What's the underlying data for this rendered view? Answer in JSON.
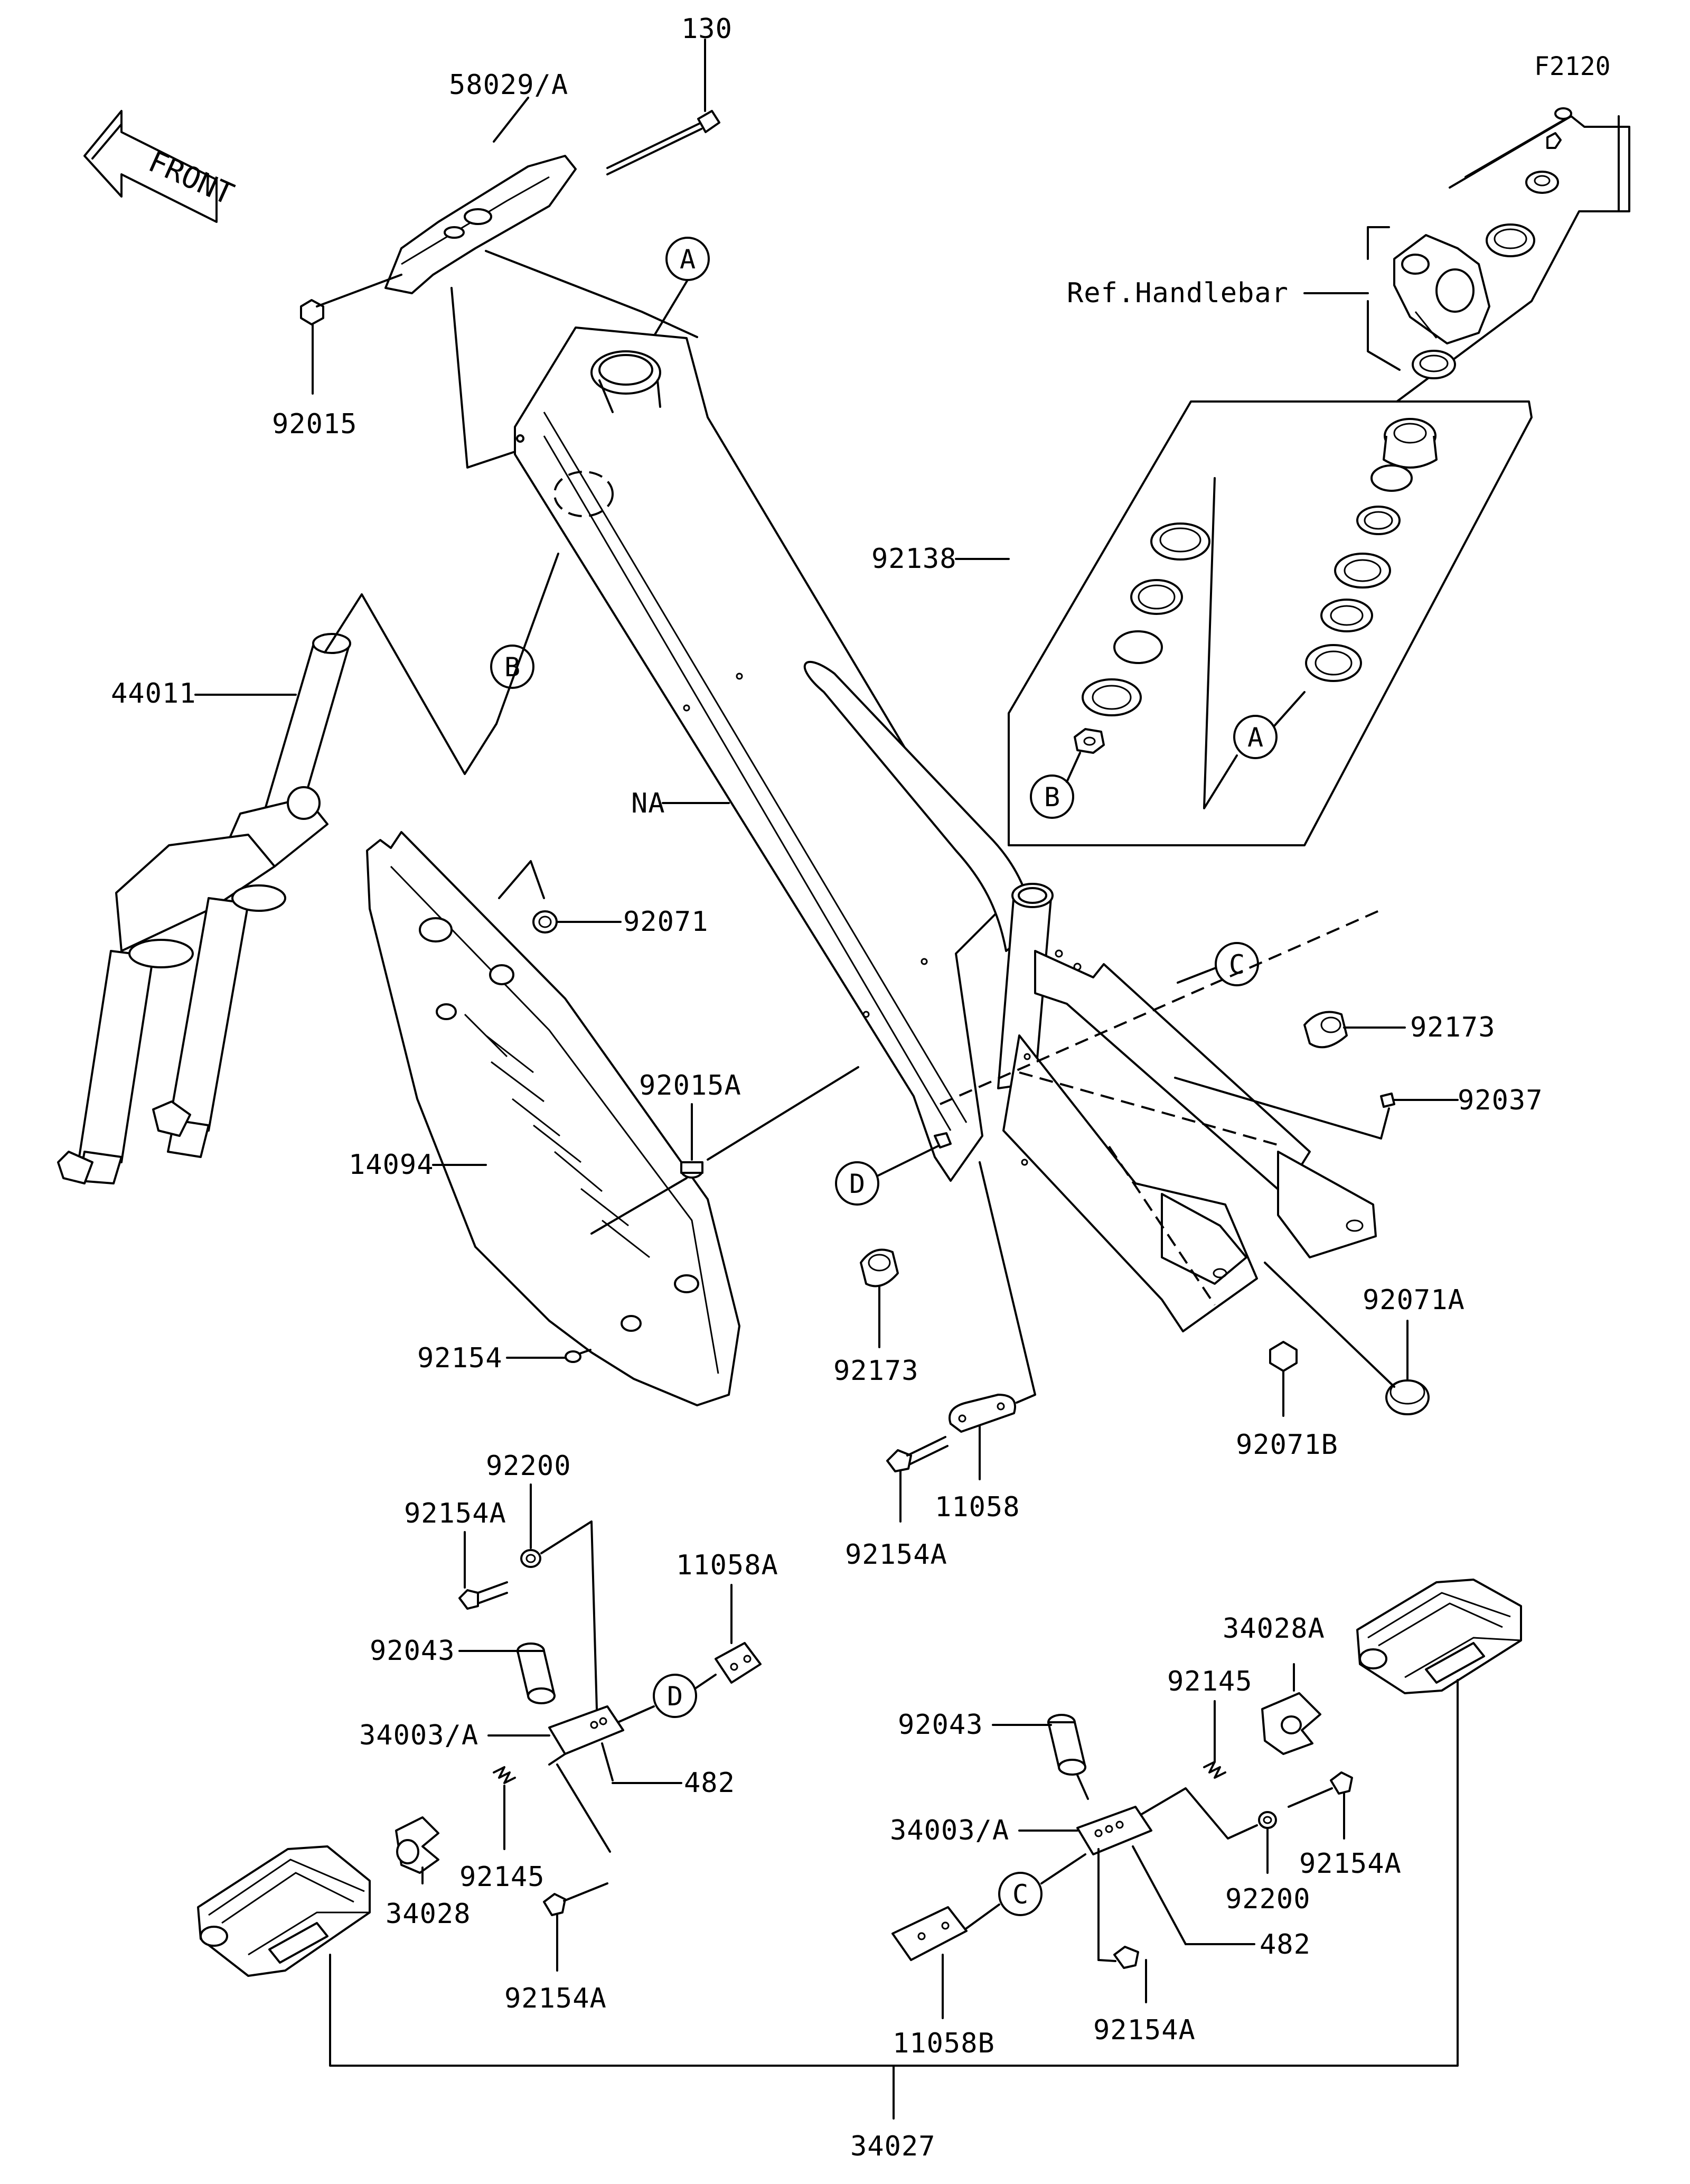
{
  "figure_id": "F2120",
  "front_label": "FRONT",
  "ref_label": "Ref.Handlebar",
  "parts": {
    "p130": "130",
    "p58029A": "58029/A",
    "p92015": "92015",
    "p92138": "92138",
    "p44011": "44011",
    "pNA": "NA",
    "p92071": "92071",
    "p92015A": "92015A",
    "p14094": "14094",
    "p92154": "92154",
    "p92173_right": "92173",
    "p92037": "92037",
    "p92173_mid": "92173",
    "p92071A": "92071A",
    "p92071B": "92071B",
    "p11058": "11058",
    "p92154A_mid": "92154A",
    "p92200_left": "92200",
    "p92154A_left_top": "92154A",
    "p11058A": "11058A",
    "p92043_left": "92043",
    "p34003A_left": "34003/A",
    "p482_left": "482",
    "p92145_left": "92145",
    "p34028": "34028",
    "p92154A_left_bottom": "92154A",
    "p34028A": "34028A",
    "p92145_right": "92145",
    "p92043_right": "92043",
    "p34003A_right": "34003/A",
    "p92200_right": "92200",
    "p92154A_right_side": "92154A",
    "p482_right": "482",
    "p11058B": "11058B",
    "p92154A_right_bottom": "92154A",
    "p34027": "34027"
  },
  "callouts": {
    "A_top": "A",
    "B_fork": "B",
    "A_headset": "A",
    "B_headset": "B",
    "C_frame": "C",
    "D_frame": "D",
    "D_bracket": "D",
    "C_bracket": "C"
  }
}
